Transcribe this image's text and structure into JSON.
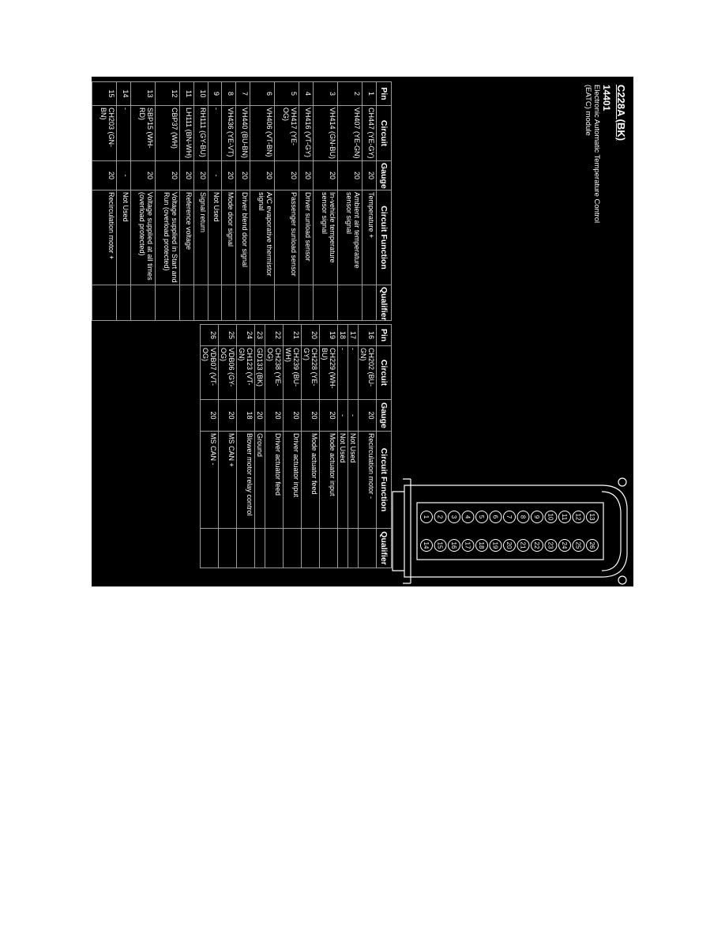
{
  "header": {
    "connector": "C228A (BK)",
    "part_number": "14401",
    "description_line1": "Electronic Automatic Temperature Control",
    "description_line2": "(EATC) module"
  },
  "columns": [
    "Pin",
    "Circuit",
    "Gauge",
    "Circuit Function",
    "Qualifier"
  ],
  "table1": [
    {
      "pin": "1",
      "circuit": "CH447 (YE-GY)",
      "gauge": "20",
      "function": "Temperature +",
      "qualifier": ""
    },
    {
      "pin": "2",
      "circuit": "VH407 (YE-GN)",
      "gauge": "20",
      "function": "Ambient air temperature sensor signal",
      "qualifier": ""
    },
    {
      "pin": "3",
      "circuit": "VH414 (GN-BU)",
      "gauge": "20",
      "function": "In-vehicle temperature sensor signal",
      "qualifier": ""
    },
    {
      "pin": "4",
      "circuit": "VH416 (VT-GY)",
      "gauge": "20",
      "function": "Driver sunload sensor",
      "qualifier": ""
    },
    {
      "pin": "5",
      "circuit": "VH417 (YE-OG)",
      "gauge": "20",
      "function": "Passenger sunload sensor",
      "qualifier": ""
    },
    {
      "pin": "6",
      "circuit": "VH406 (VT-BN)",
      "gauge": "20",
      "function": "A/C evaporative thermistor signal",
      "qualifier": ""
    },
    {
      "pin": "7",
      "circuit": "VH440 (BU-BN)",
      "gauge": "20",
      "function": "Driver blend door signal",
      "qualifier": ""
    },
    {
      "pin": "8",
      "circuit": "VH436 (YE-VT)",
      "gauge": "20",
      "function": "Mode door signal",
      "qualifier": ""
    },
    {
      "pin": "9",
      "circuit": "-",
      "gauge": "-",
      "function": "Not Used",
      "qualifier": ""
    },
    {
      "pin": "10",
      "circuit": "RH111 (GY-BU)",
      "gauge": "20",
      "function": "Signal return",
      "qualifier": ""
    },
    {
      "pin": "11",
      "circuit": "LH111 (BN-WH)",
      "gauge": "20",
      "function": "Reference voltage",
      "qualifier": ""
    },
    {
      "pin": "12",
      "circuit": "CBP37 (WH)",
      "gauge": "20",
      "function": "Voltage supplied in Start and Run (overload protected)",
      "qualifier": ""
    },
    {
      "pin": "13",
      "circuit": "SBP15 (WH-RD)",
      "gauge": "20",
      "function": "Voltage supplied at all times (overload protected)",
      "qualifier": ""
    },
    {
      "pin": "14",
      "circuit": "-",
      "gauge": "-",
      "function": "Not Used",
      "qualifier": ""
    },
    {
      "pin": "15",
      "circuit": "CH203 (GN-BN)",
      "gauge": "20",
      "function": "Recirculation motor +",
      "qualifier": ""
    }
  ],
  "table2": [
    {
      "pin": "16",
      "circuit": "CH202 (BU-GN)",
      "gauge": "20",
      "function": "Recirculation motor -",
      "qualifier": ""
    },
    {
      "pin": "17",
      "circuit": "-",
      "gauge": "-",
      "function": "Not Used",
      "qualifier": ""
    },
    {
      "pin": "18",
      "circuit": "-",
      "gauge": "-",
      "function": "Not Used",
      "qualifier": ""
    },
    {
      "pin": "19",
      "circuit": "CH229 (WH-BU)",
      "gauge": "20",
      "function": "Mode actuator input",
      "qualifier": ""
    },
    {
      "pin": "20",
      "circuit": "CH228 (YE-GY)",
      "gauge": "20",
      "function": "Mode actuator feed",
      "qualifier": ""
    },
    {
      "pin": "21",
      "circuit": "CH239 (BU-WH)",
      "gauge": "20",
      "function": "Driver actuator input",
      "qualifier": ""
    },
    {
      "pin": "22",
      "circuit": "CH238 (YE-OG)",
      "gauge": "20",
      "function": "Driver actuator feed",
      "qualifier": ""
    },
    {
      "pin": "23",
      "circuit": "GD133 (BK)",
      "gauge": "20",
      "function": "Ground",
      "qualifier": ""
    },
    {
      "pin": "24",
      "circuit": "CH123 (VT-GN)",
      "gauge": "18",
      "function": "Blower motor relay control",
      "qualifier": ""
    },
    {
      "pin": "25",
      "circuit": "VDB06 (GY-OG)",
      "gauge": "20",
      "function": "MS CAN +",
      "qualifier": ""
    },
    {
      "pin": "26",
      "circuit": "VDB07 (VT-OG)",
      "gauge": "20",
      "function": "MS CAN -",
      "qualifier": ""
    }
  ],
  "connector_pins": [
    "1",
    "2",
    "3",
    "4",
    "5",
    "6",
    "7",
    "8",
    "9",
    "10",
    "11",
    "12",
    "13",
    "14",
    "15",
    "16",
    "17",
    "18",
    "19",
    "20",
    "21",
    "22",
    "23",
    "24",
    "25",
    "26"
  ],
  "colors": {
    "background": "#000000",
    "text": "#ffffff",
    "grid": "#9a9a9a"
  }
}
